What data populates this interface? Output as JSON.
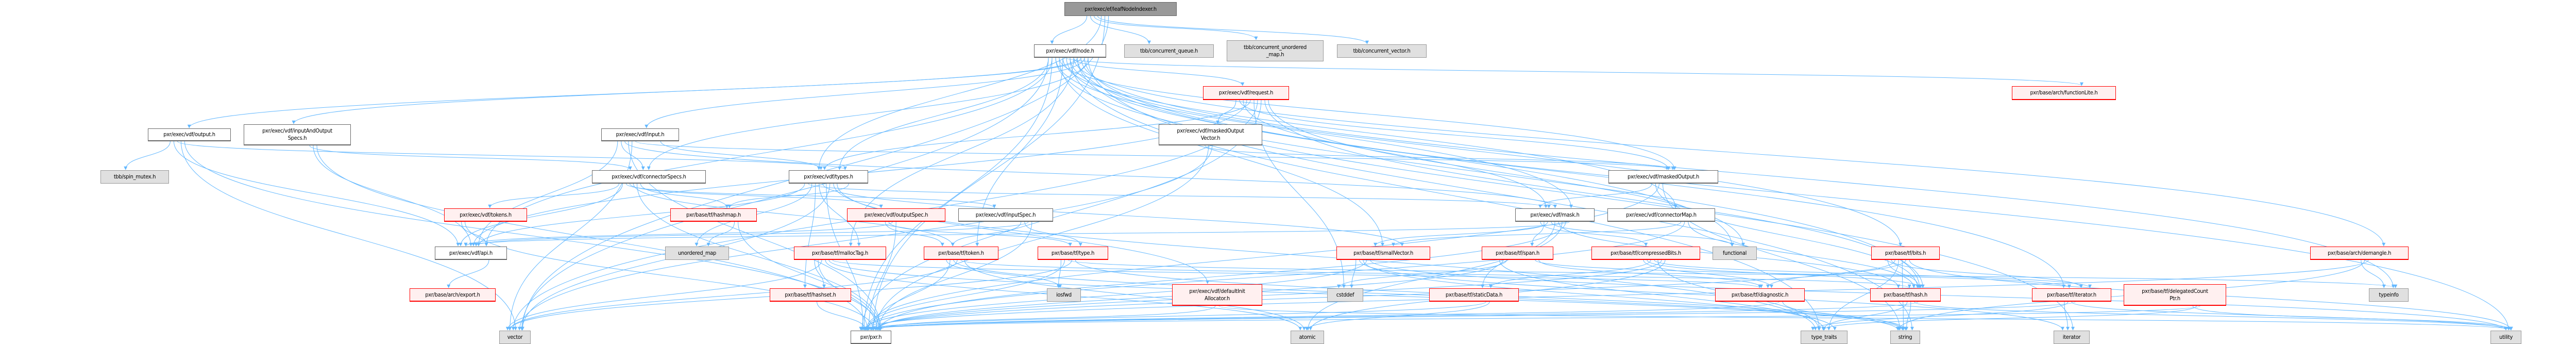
{
  "colors": {
    "edge": "#63b8ff",
    "red_border": "#ff0000",
    "red_fill": "#fff0f0",
    "gray_fill": "#e0e0e0",
    "root_fill": "#999999"
  },
  "nodes": [
    {
      "id": "root",
      "label": "pxr/exec/ef/leafNodeIndexer.h",
      "style": "root"
    },
    {
      "id": "node",
      "label": "pxr/exec/vdf/node.h",
      "style": "white"
    },
    {
      "id": "cq",
      "label": "tbb/concurrent_queue.h",
      "style": "gray"
    },
    {
      "id": "cum",
      "label": "tbb/concurrent_unordered\n_map.h",
      "style": "gray"
    },
    {
      "id": "cv",
      "label": "tbb/concurrent_vector.h",
      "style": "gray"
    },
    {
      "id": "request",
      "label": "pxr/exec/vdf/request.h",
      "style": "red"
    },
    {
      "id": "functionLite",
      "label": "pxr/base/arch/functionLite.h",
      "style": "red"
    },
    {
      "id": "output",
      "label": "pxr/exec/vdf/output.h",
      "style": "white"
    },
    {
      "id": "ioSpecs",
      "label": "pxr/exec/vdf/inputAndOutput\nSpecs.h",
      "style": "white"
    },
    {
      "id": "input",
      "label": "pxr/exec/vdf/input.h",
      "style": "white"
    },
    {
      "id": "mov",
      "label": "pxr/exec/vdf/maskedOutput\nVector.h",
      "style": "white"
    },
    {
      "id": "spin",
      "label": "tbb/spin_mutex.h",
      "style": "gray"
    },
    {
      "id": "connSpecs",
      "label": "pxr/exec/vdf/connectorSpecs.h",
      "style": "white"
    },
    {
      "id": "types",
      "label": "pxr/exec/vdf/types.h",
      "style": "white"
    },
    {
      "id": "maskedOutput",
      "label": "pxr/exec/vdf/maskedOutput.h",
      "style": "white"
    },
    {
      "id": "tokens",
      "label": "pxr/exec/vdf/tokens.h",
      "style": "red"
    },
    {
      "id": "hashmap",
      "label": "pxr/base/tf/hashmap.h",
      "style": "red"
    },
    {
      "id": "outputSpec",
      "label": "pxr/exec/vdf/outputSpec.h",
      "style": "red"
    },
    {
      "id": "inputSpec",
      "label": "pxr/exec/vdf/inputSpec.h",
      "style": "white"
    },
    {
      "id": "mask",
      "label": "pxr/exec/vdf/mask.h",
      "style": "white"
    },
    {
      "id": "connMap",
      "label": "pxr/exec/vdf/connectorMap.h",
      "style": "white"
    },
    {
      "id": "api",
      "label": "pxr/exec/vdf/api.h",
      "style": "white"
    },
    {
      "id": "umap",
      "label": "unordered_map",
      "style": "gray"
    },
    {
      "id": "mallocTag",
      "label": "pxr/base/tf/mallocTag.h",
      "style": "red"
    },
    {
      "id": "token",
      "label": "pxr/base/tf/token.h",
      "style": "red"
    },
    {
      "id": "type",
      "label": "pxr/base/tf/type.h",
      "style": "red"
    },
    {
      "id": "smallVector",
      "label": "pxr/base/tf/smallVector.h",
      "style": "red"
    },
    {
      "id": "span",
      "label": "pxr/base/tf/span.h",
      "style": "red"
    },
    {
      "id": "compressedBits",
      "label": "pxr/base/tf/compressedBits.h",
      "style": "red"
    },
    {
      "id": "functional",
      "label": "functional",
      "style": "gray"
    },
    {
      "id": "bits",
      "label": "pxr/base/tf/bits.h",
      "style": "red"
    },
    {
      "id": "demangle",
      "label": "pxr/base/arch/demangle.h",
      "style": "red"
    },
    {
      "id": "export",
      "label": "pxr/base/arch/export.h",
      "style": "red"
    },
    {
      "id": "hashset",
      "label": "pxr/base/tf/hashset.h",
      "style": "red"
    },
    {
      "id": "iosfwd",
      "label": "iosfwd",
      "style": "gray"
    },
    {
      "id": "dia",
      "label": "pxr/exec/vdf/defaultInit\nAllocator.h",
      "style": "red"
    },
    {
      "id": "cstddef",
      "label": "cstddef",
      "style": "gray"
    },
    {
      "id": "staticData",
      "label": "pxr/base/tf/staticData.h",
      "style": "red"
    },
    {
      "id": "diagnostic",
      "label": "pxr/base/tf/diagnostic.h",
      "style": "red"
    },
    {
      "id": "hash",
      "label": "pxr/base/tf/hash.h",
      "style": "red"
    },
    {
      "id": "iteratorh",
      "label": "pxr/base/tf/iterator.h",
      "style": "red"
    },
    {
      "id": "dcp",
      "label": "pxr/base/tf/delegatedCount\nPtr.h",
      "style": "red"
    },
    {
      "id": "typeinfo",
      "label": "typeinfo",
      "style": "gray"
    },
    {
      "id": "vector",
      "label": "vector",
      "style": "gray"
    },
    {
      "id": "pxr",
      "label": "pxr/pxr.h",
      "style": "white"
    },
    {
      "id": "atomic",
      "label": "atomic",
      "style": "gray"
    },
    {
      "id": "type_traits",
      "label": "type_traits",
      "style": "gray"
    },
    {
      "id": "string",
      "label": "string",
      "style": "gray"
    },
    {
      "id": "iterator",
      "label": "iterator",
      "style": "gray"
    },
    {
      "id": "utility",
      "label": "utility",
      "style": "gray"
    }
  ],
  "edges": [
    [
      "root",
      "node"
    ],
    [
      "root",
      "cq"
    ],
    [
      "root",
      "cum"
    ],
    [
      "root",
      "cv"
    ],
    [
      "root",
      "types"
    ],
    [
      "root",
      "pxr"
    ],
    [
      "root",
      "vector"
    ],
    [
      "node",
      "request"
    ],
    [
      "node",
      "output"
    ],
    [
      "node",
      "ioSpecs"
    ],
    [
      "node",
      "input"
    ],
    [
      "node",
      "connSpecs"
    ],
    [
      "node",
      "types"
    ],
    [
      "node",
      "api"
    ],
    [
      "node",
      "mask"
    ],
    [
      "node",
      "maskedOutput"
    ],
    [
      "node",
      "connMap"
    ],
    [
      "node",
      "functionLite"
    ],
    [
      "node",
      "bits"
    ],
    [
      "node",
      "demangle"
    ],
    [
      "node",
      "iteratorh"
    ],
    [
      "node",
      "typeinfo"
    ],
    [
      "node",
      "utility"
    ],
    [
      "node",
      "string"
    ],
    [
      "node",
      "vector"
    ],
    [
      "node",
      "pxr"
    ],
    [
      "node",
      "hash"
    ],
    [
      "node",
      "smallVector"
    ],
    [
      "node",
      "token"
    ],
    [
      "node",
      "functional"
    ],
    [
      "node",
      "type_traits"
    ],
    [
      "node",
      "mallocTag"
    ],
    [
      "node",
      "iterator"
    ],
    [
      "request",
      "mov"
    ],
    [
      "request",
      "maskedOutput"
    ],
    [
      "request",
      "mask"
    ],
    [
      "request",
      "api"
    ],
    [
      "request",
      "types"
    ],
    [
      "request",
      "cstddef"
    ],
    [
      "request",
      "vector"
    ],
    [
      "request",
      "pxr"
    ],
    [
      "request",
      "hash"
    ],
    [
      "request",
      "functional"
    ],
    [
      "output",
      "spin"
    ],
    [
      "output",
      "api"
    ],
    [
      "output",
      "types"
    ],
    [
      "output",
      "vector"
    ],
    [
      "output",
      "pxr"
    ],
    [
      "ioSpecs",
      "connSpecs"
    ],
    [
      "ioSpecs",
      "api"
    ],
    [
      "ioSpecs",
      "pxr"
    ],
    [
      "input",
      "types"
    ],
    [
      "input",
      "api"
    ],
    [
      "input",
      "connSpecs"
    ],
    [
      "input",
      "mask"
    ],
    [
      "input",
      "pxr"
    ],
    [
      "input",
      "vector"
    ],
    [
      "input",
      "maskedOutput"
    ],
    [
      "connSpecs",
      "tokens"
    ],
    [
      "connSpecs",
      "api"
    ],
    [
      "connSpecs",
      "inputSpec"
    ],
    [
      "connSpecs",
      "outputSpec"
    ],
    [
      "connSpecs",
      "token"
    ],
    [
      "connSpecs",
      "pxr"
    ],
    [
      "connSpecs",
      "hashmap"
    ],
    [
      "types",
      "hashmap"
    ],
    [
      "types",
      "api"
    ],
    [
      "types",
      "mask"
    ],
    [
      "types",
      "umap"
    ],
    [
      "types",
      "hashset"
    ],
    [
      "types",
      "mallocTag"
    ],
    [
      "types",
      "smallVector"
    ],
    [
      "types",
      "pxr"
    ],
    [
      "types",
      "vector"
    ],
    [
      "types",
      "type_traits"
    ],
    [
      "types",
      "dia"
    ],
    [
      "mov",
      "maskedOutput"
    ],
    [
      "mov",
      "pxr"
    ],
    [
      "mov",
      "vector"
    ],
    [
      "maskedOutput",
      "mask"
    ],
    [
      "maskedOutput",
      "hash"
    ],
    [
      "maskedOutput",
      "pxr"
    ],
    [
      "maskedOutput",
      "string"
    ],
    [
      "tokens",
      "api"
    ],
    [
      "tokens",
      "pxr"
    ],
    [
      "hashmap",
      "umap"
    ],
    [
      "hashmap",
      "pxr"
    ],
    [
      "outputSpec",
      "token"
    ],
    [
      "outputSpec",
      "type"
    ],
    [
      "outputSpec",
      "api"
    ],
    [
      "outputSpec",
      "pxr"
    ],
    [
      "inputSpec",
      "token"
    ],
    [
      "inputSpec",
      "type"
    ],
    [
      "inputSpec",
      "api"
    ],
    [
      "inputSpec",
      "pxr"
    ],
    [
      "mask",
      "compressedBits"
    ],
    [
      "mask",
      "span"
    ],
    [
      "mask",
      "smallVector"
    ],
    [
      "mask",
      "functional"
    ],
    [
      "mask",
      "staticData"
    ],
    [
      "mask",
      "hash"
    ],
    [
      "mask",
      "atomic"
    ],
    [
      "mask",
      "pxr"
    ],
    [
      "mask",
      "api"
    ],
    [
      "connMap",
      "smallVector"
    ],
    [
      "connMap",
      "pxr"
    ],
    [
      "connMap",
      "hash"
    ],
    [
      "api",
      "export"
    ],
    [
      "mallocTag",
      "hashset"
    ],
    [
      "mallocTag",
      "pxr"
    ],
    [
      "mallocTag",
      "vector"
    ],
    [
      "mallocTag",
      "atomic"
    ],
    [
      "mallocTag",
      "string"
    ],
    [
      "mallocTag",
      "diagnostic"
    ],
    [
      "token",
      "iosfwd"
    ],
    [
      "token",
      "pxr"
    ],
    [
      "token",
      "string"
    ],
    [
      "token",
      "vector"
    ],
    [
      "token",
      "hash"
    ],
    [
      "token",
      "atomic"
    ],
    [
      "type",
      "iosfwd"
    ],
    [
      "type",
      "pxr"
    ],
    [
      "type",
      "typeinfo"
    ],
    [
      "type",
      "vector"
    ],
    [
      "type",
      "string"
    ],
    [
      "smallVector",
      "cstddef"
    ],
    [
      "smallVector",
      "iterator"
    ],
    [
      "smallVector",
      "type_traits"
    ],
    [
      "smallVector",
      "pxr"
    ],
    [
      "smallVector",
      "utility"
    ],
    [
      "span",
      "iteratorh"
    ],
    [
      "span",
      "diagnostic"
    ],
    [
      "span",
      "type_traits"
    ],
    [
      "span",
      "pxr"
    ],
    [
      "span",
      "cstddef"
    ],
    [
      "compressedBits",
      "diagnostic"
    ],
    [
      "compressedBits",
      "hash"
    ],
    [
      "compressedBits",
      "staticData"
    ],
    [
      "compressedBits",
      "iteratorh"
    ],
    [
      "compressedBits",
      "type_traits"
    ],
    [
      "compressedBits",
      "pxr"
    ],
    [
      "compressedBits",
      "atomic"
    ],
    [
      "dia",
      "pxr"
    ],
    [
      "dia",
      "utility"
    ],
    [
      "hashset",
      "pxr"
    ],
    [
      "staticData",
      "pxr"
    ],
    [
      "staticData",
      "atomic"
    ],
    [
      "diagnostic",
      "pxr"
    ],
    [
      "diagnostic",
      "string"
    ],
    [
      "bits",
      "hash"
    ],
    [
      "bits",
      "iteratorh"
    ],
    [
      "bits",
      "diagnostic"
    ],
    [
      "bits",
      "type_traits"
    ],
    [
      "bits",
      "string"
    ],
    [
      "bits",
      "pxr"
    ],
    [
      "bits",
      "utility"
    ],
    [
      "demangle",
      "typeinfo"
    ],
    [
      "demangle",
      "string"
    ],
    [
      "demangle",
      "pxr"
    ],
    [
      "hash",
      "type_traits"
    ],
    [
      "hash",
      "string"
    ],
    [
      "hash",
      "utility"
    ],
    [
      "hash",
      "pxr"
    ],
    [
      "iteratorh",
      "iterator"
    ],
    [
      "iteratorh",
      "type_traits"
    ],
    [
      "iteratorh",
      "utility"
    ],
    [
      "iteratorh",
      "pxr"
    ],
    [
      "dcp",
      "utility"
    ],
    [
      "dcp",
      "type_traits"
    ],
    [
      "dcp",
      "pxr"
    ]
  ]
}
